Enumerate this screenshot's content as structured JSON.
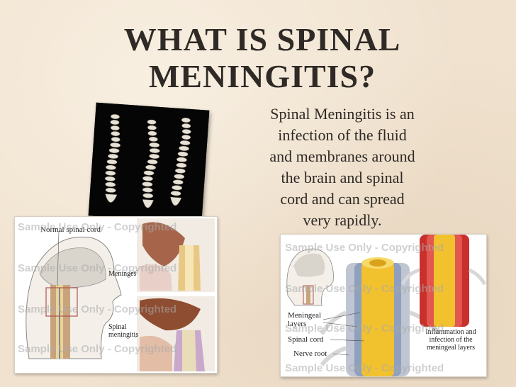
{
  "slide": {
    "title_line1": "WHAT IS SPINAL",
    "title_line2": "MENINGITIS?",
    "body_lines": [
      "Spinal Meningitis is an",
      "infection of the fluid",
      "and membranes around",
      "the brain and spinal",
      "cord and can spread",
      "very rapidly."
    ]
  },
  "left_illustration": {
    "label_normal": "Normal spinal cord",
    "label_meninges": "Meninges",
    "label_spinal_meningitis_1": "Spinal",
    "label_spinal_meningitis_2": "meningitis",
    "watermark": "Sample Use Only - Copyrighted"
  },
  "right_illustration": {
    "label_meningeal_1": "Meningeal",
    "label_meningeal_2": "layers",
    "label_spinal_cord": "Spinal cord",
    "label_nerve_root": "Nerve root",
    "label_inflammation_1": "Inflammation and",
    "label_inflammation_2": "infection of the",
    "label_inflammation_3": "meningeal layers",
    "watermark": "Sample Use Only - Copyrighted"
  },
  "colors": {
    "background": "#f0e2cf",
    "text": "#2f2a26",
    "cord_yellow": "#f2c12e",
    "inflamed_red": "#c9302c"
  }
}
